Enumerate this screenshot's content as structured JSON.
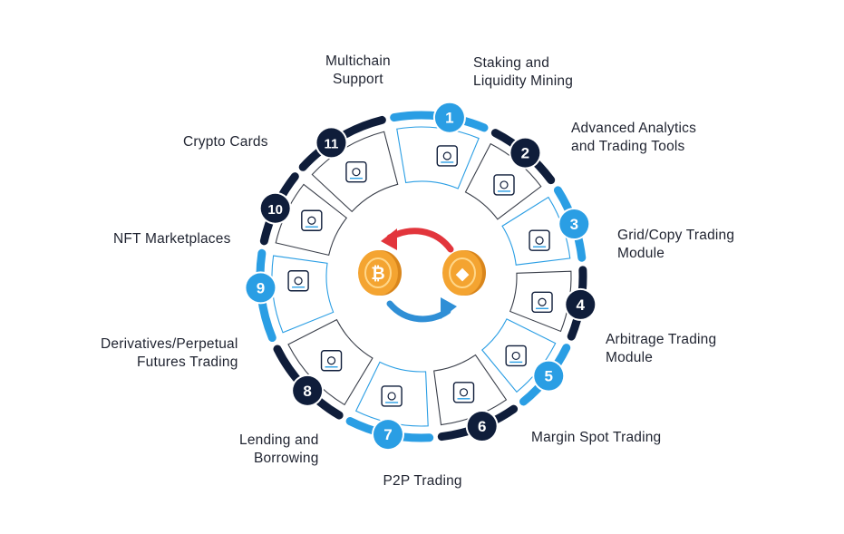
{
  "colors": {
    "dark": "#0f1d3a",
    "blue": "#2a9ee4",
    "panel_stroke": "#3a3f4a",
    "arrow_red": "#e2353c",
    "arrow_blue": "#2f8fd6",
    "coin": "#f4a431",
    "coin_dark": "#d9861c"
  },
  "center": {
    "coins": [
      "bitcoin-coin",
      "ethereum-coin"
    ],
    "arrows": [
      "exchange-arrow-red",
      "exchange-arrow-blue"
    ]
  },
  "items": [
    {
      "num": "1",
      "lines": [
        "Multichain",
        "Support"
      ],
      "icon": "network-nodes-icon",
      "color": "blue"
    },
    {
      "num": "2",
      "lines": [
        "Staking and",
        "Liquidity Mining"
      ],
      "icon": "coin-mining-icon",
      "color": "dark"
    },
    {
      "num": "3",
      "lines": [
        "Advanced Analytics",
        "and Trading Tools"
      ],
      "icon": "analytics-chart-icon",
      "color": "blue"
    },
    {
      "num": "4",
      "lines": [
        "Grid/Copy Trading",
        "Module"
      ],
      "icon": "grid-icon",
      "color": "dark"
    },
    {
      "num": "5",
      "lines": [
        "Arbitrage Trading",
        "Module"
      ],
      "icon": "arbitrage-chart-icon",
      "color": "blue"
    },
    {
      "num": "6",
      "lines": [
        "Margin Spot Trading"
      ],
      "icon": "margin-chart-icon",
      "color": "dark"
    },
    {
      "num": "7",
      "lines": [
        "P2P Trading"
      ],
      "icon": "p2p-users-icon",
      "color": "blue"
    },
    {
      "num": "8",
      "lines": [
        "Lending and",
        "Borrowing"
      ],
      "icon": "lending-hand-icon",
      "color": "dark"
    },
    {
      "num": "9",
      "lines": [
        "Derivatives/Perpetual",
        "Futures Trading"
      ],
      "icon": "derivatives-tree-icon",
      "color": "blue"
    },
    {
      "num": "10",
      "lines": [
        "NFT Marketplaces"
      ],
      "icon": "nft-store-icon",
      "color": "dark"
    },
    {
      "num": "11",
      "lines": [
        "Crypto Cards"
      ],
      "icon": "crypto-card-icon",
      "color": "dark"
    }
  ]
}
